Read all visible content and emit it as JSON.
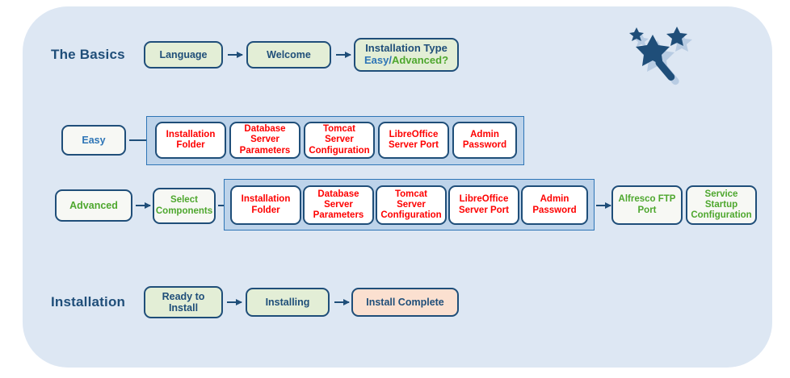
{
  "diagram": {
    "title_icon": "magic-wand-icon",
    "rows": [
      {
        "label": "The Basics",
        "nodes": [
          {
            "name": "language",
            "text": "Language"
          },
          {
            "name": "welcome",
            "text": "Welcome"
          },
          {
            "name": "installation-type",
            "line1": "Installation Type",
            "line2a": "Easy/",
            "line2b": "Advanced?"
          }
        ]
      },
      {
        "label": "Easy",
        "start": "Easy",
        "nodes": [
          {
            "name": "installation-folder",
            "lines": [
              "Installation",
              "Folder"
            ]
          },
          {
            "name": "database-server-parameters",
            "lines": [
              "Database",
              "Server",
              "Parameters"
            ]
          },
          {
            "name": "tomcat-server-configuration",
            "lines": [
              "Tomcat",
              "Server",
              "Configuration"
            ]
          },
          {
            "name": "libreoffice-server-port",
            "lines": [
              "LibreOffice",
              "Server Port"
            ]
          },
          {
            "name": "admin-password",
            "lines": [
              "Admin",
              "Password"
            ]
          }
        ]
      },
      {
        "label": "Advanced",
        "start": "Advanced",
        "select": [
          "Select",
          "Components"
        ],
        "nodes": [
          {
            "name": "installation-folder",
            "lines": [
              "Installation",
              "Folder"
            ]
          },
          {
            "name": "database-server-parameters",
            "lines": [
              "Database",
              "Server",
              "Parameters"
            ]
          },
          {
            "name": "tomcat-server-configuration",
            "lines": [
              "Tomcat",
              "Server",
              "Configuration"
            ]
          },
          {
            "name": "libreoffice-server-port",
            "lines": [
              "LibreOffice",
              "Server Port"
            ]
          },
          {
            "name": "admin-password",
            "lines": [
              "Admin",
              "Password"
            ]
          }
        ],
        "tail": [
          {
            "name": "alfresco-ftp-port",
            "lines": [
              "Alfresco FTP",
              "Port"
            ]
          },
          {
            "name": "service-startup-configuration",
            "lines": [
              "Service",
              "Startup",
              "Configuration"
            ]
          }
        ]
      },
      {
        "label": "Installation",
        "nodes": [
          {
            "name": "ready-to-install",
            "lines": [
              "Ready to",
              "Install"
            ]
          },
          {
            "name": "installing",
            "lines": [
              "Installing"
            ]
          },
          {
            "name": "install-complete",
            "lines": [
              "Install Complete"
            ]
          }
        ]
      }
    ]
  },
  "colors": {
    "panel_bg": "#dde7f3",
    "navy": "#1f4e79",
    "blue": "#2e75b6",
    "green": "#4ea72e",
    "red": "#fe0000",
    "green_fill": "#e3eed6",
    "peach_fill": "#fbe0d0",
    "group_fill": "#bdd3ea"
  }
}
